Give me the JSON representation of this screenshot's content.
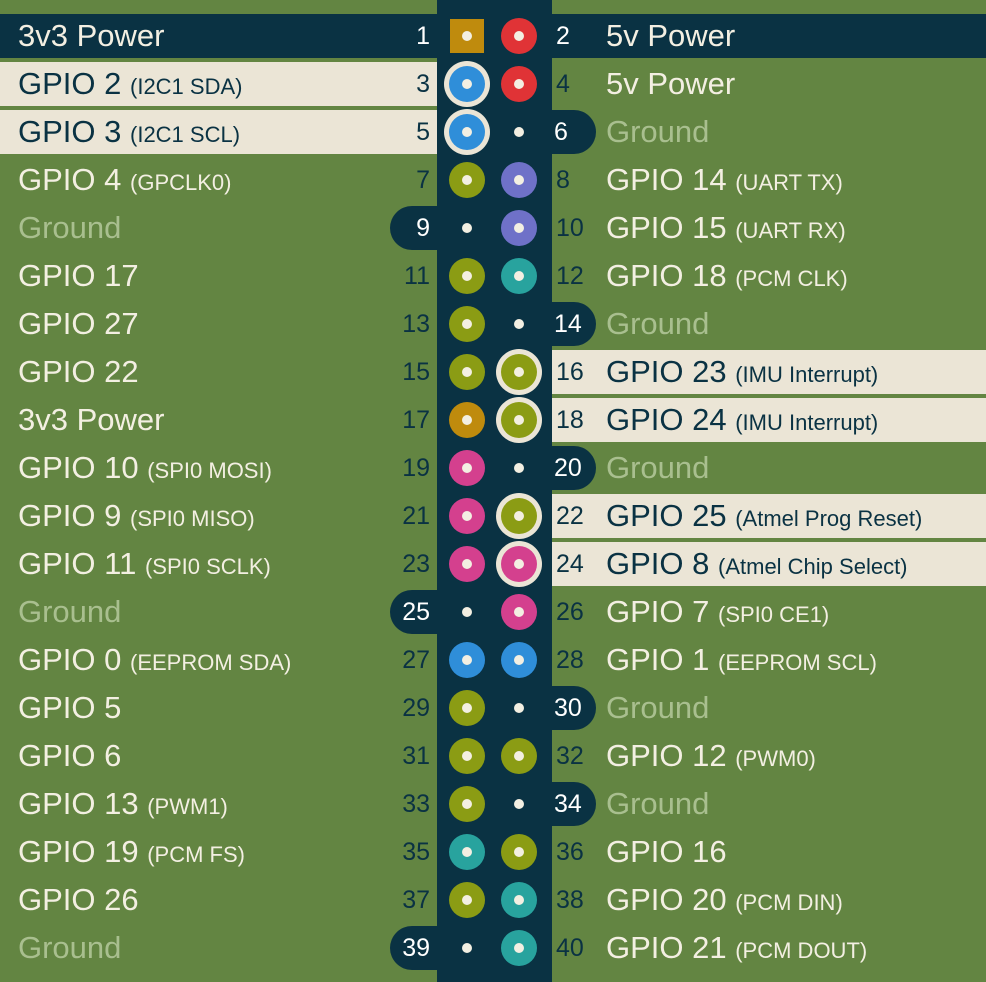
{
  "colors": {
    "background": "#638542",
    "header_strip": "#0a3243",
    "highlight": "#ebe5d6",
    "ground_text": "#a9bf8f",
    "power_3v3": "#bf8b0d",
    "power_5v": "#e03336",
    "i2c": "#2f8ed9",
    "uart": "#6f71c8",
    "gpio": "#8b9c14",
    "pcm": "#28a39e",
    "spi": "#d4408e",
    "eeprom": "#2f8ed9"
  },
  "pins": [
    {
      "num": "1",
      "name": "3v3 Power",
      "note": "",
      "type": "power_3v3",
      "hl": "dark"
    },
    {
      "num": "2",
      "name": "5v Power",
      "note": "",
      "type": "power_5v",
      "hl": "dark"
    },
    {
      "num": "3",
      "name": "GPIO 2",
      "note": "(I2C1 SDA)",
      "type": "i2c",
      "hl": "light"
    },
    {
      "num": "4",
      "name": "5v Power",
      "note": "",
      "type": "power_5v",
      "hl": ""
    },
    {
      "num": "5",
      "name": "GPIO 3",
      "note": "(I2C1 SCL)",
      "type": "i2c",
      "hl": "light"
    },
    {
      "num": "6",
      "name": "Ground",
      "note": "",
      "type": "ground",
      "hl": ""
    },
    {
      "num": "7",
      "name": "GPIO 4",
      "note": "(GPCLK0)",
      "type": "gpio",
      "hl": ""
    },
    {
      "num": "8",
      "name": "GPIO 14",
      "note": "(UART TX)",
      "type": "uart",
      "hl": ""
    },
    {
      "num": "9",
      "name": "Ground",
      "note": "",
      "type": "ground",
      "hl": ""
    },
    {
      "num": "10",
      "name": "GPIO 15",
      "note": "(UART RX)",
      "type": "uart",
      "hl": ""
    },
    {
      "num": "11",
      "name": "GPIO 17",
      "note": "",
      "type": "gpio",
      "hl": ""
    },
    {
      "num": "12",
      "name": "GPIO 18",
      "note": "(PCM CLK)",
      "type": "pcm",
      "hl": ""
    },
    {
      "num": "13",
      "name": "GPIO 27",
      "note": "",
      "type": "gpio",
      "hl": ""
    },
    {
      "num": "14",
      "name": "Ground",
      "note": "",
      "type": "ground",
      "hl": ""
    },
    {
      "num": "15",
      "name": "GPIO 22",
      "note": "",
      "type": "gpio",
      "hl": ""
    },
    {
      "num": "16",
      "name": "GPIO 23",
      "note": "(IMU Interrupt)",
      "type": "gpio",
      "hl": "light"
    },
    {
      "num": "17",
      "name": "3v3 Power",
      "note": "",
      "type": "power_3v3",
      "hl": ""
    },
    {
      "num": "18",
      "name": "GPIO 24",
      "note": "(IMU Interrupt)",
      "type": "gpio",
      "hl": "light"
    },
    {
      "num": "19",
      "name": "GPIO 10",
      "note": "(SPI0 MOSI)",
      "type": "spi",
      "hl": ""
    },
    {
      "num": "20",
      "name": "Ground",
      "note": "",
      "type": "ground",
      "hl": ""
    },
    {
      "num": "21",
      "name": "GPIO 9",
      "note": "(SPI0 MISO)",
      "type": "spi",
      "hl": ""
    },
    {
      "num": "22",
      "name": "GPIO 25",
      "note": "(Atmel Prog Reset)",
      "type": "gpio",
      "hl": "light"
    },
    {
      "num": "23",
      "name": "GPIO 11",
      "note": "(SPI0 SCLK)",
      "type": "spi",
      "hl": ""
    },
    {
      "num": "24",
      "name": "GPIO 8",
      "note": "(Atmel Chip Select)",
      "type": "spi",
      "hl": "light"
    },
    {
      "num": "25",
      "name": "Ground",
      "note": "",
      "type": "ground",
      "hl": ""
    },
    {
      "num": "26",
      "name": "GPIO 7",
      "note": "(SPI0 CE1)",
      "type": "spi",
      "hl": ""
    },
    {
      "num": "27",
      "name": "GPIO 0",
      "note": "(EEPROM SDA)",
      "type": "eeprom",
      "hl": ""
    },
    {
      "num": "28",
      "name": "GPIO 1",
      "note": "(EEPROM SCL)",
      "type": "eeprom",
      "hl": ""
    },
    {
      "num": "29",
      "name": "GPIO 5",
      "note": "",
      "type": "gpio",
      "hl": ""
    },
    {
      "num": "30",
      "name": "Ground",
      "note": "",
      "type": "ground",
      "hl": ""
    },
    {
      "num": "31",
      "name": "GPIO 6",
      "note": "",
      "type": "gpio",
      "hl": ""
    },
    {
      "num": "32",
      "name": "GPIO 12",
      "note": "(PWM0)",
      "type": "gpio",
      "hl": ""
    },
    {
      "num": "33",
      "name": "GPIO 13",
      "note": "(PWM1)",
      "type": "gpio",
      "hl": ""
    },
    {
      "num": "34",
      "name": "Ground",
      "note": "",
      "type": "ground",
      "hl": ""
    },
    {
      "num": "35",
      "name": "GPIO 19",
      "note": "(PCM FS)",
      "type": "pcm",
      "hl": ""
    },
    {
      "num": "36",
      "name": "GPIO 16",
      "note": "",
      "type": "gpio",
      "hl": ""
    },
    {
      "num": "37",
      "name": "GPIO 26",
      "note": "",
      "type": "gpio",
      "hl": ""
    },
    {
      "num": "38",
      "name": "GPIO 20",
      "note": "(PCM DIN)",
      "type": "pcm",
      "hl": ""
    },
    {
      "num": "39",
      "name": "Ground",
      "note": "",
      "type": "ground",
      "hl": ""
    },
    {
      "num": "40",
      "name": "GPIO 21",
      "note": "(PCM DOUT)",
      "type": "pcm",
      "hl": ""
    }
  ]
}
